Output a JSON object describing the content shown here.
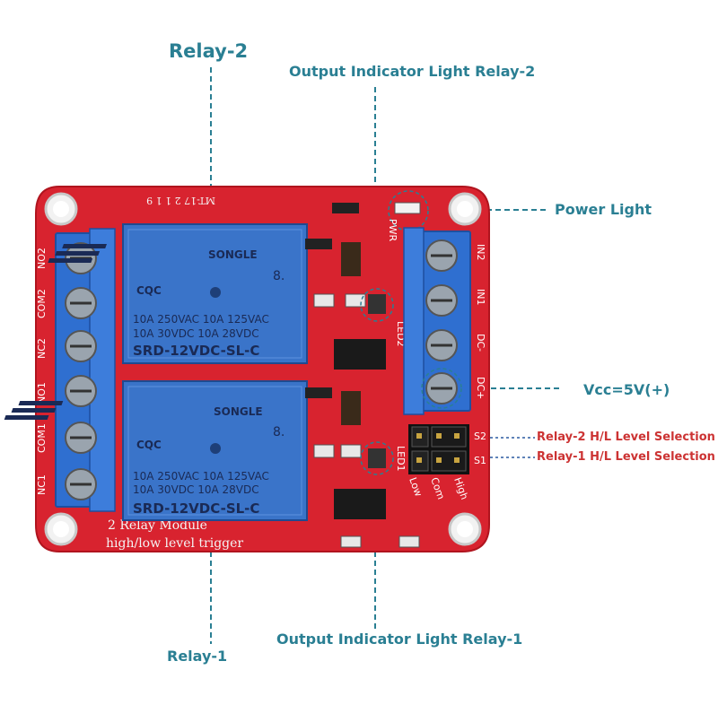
{
  "callouts": {
    "relay2": "Relay-2",
    "output_indicator_2": "Output Indicator Light Relay-2",
    "power_light": "Power Light",
    "vcc": "Vcc=5V(+)",
    "relay2_level": "Relay-2 H/L Level Selection",
    "relay1_level": "Relay-1 H/L Level Selection",
    "output_indicator_1": "Output Indicator Light Relay-1",
    "relay1": "Relay-1"
  },
  "board": {
    "left_pins": [
      "NO2",
      "COM2",
      "NC2",
      "NO1",
      "COM1",
      "NC1"
    ],
    "right_pins": [
      "IN2",
      "IN1",
      "DC-",
      "DC+"
    ],
    "jumper_labels": [
      "S2",
      "S1",
      "Low",
      "Com",
      "High"
    ],
    "led_labels": [
      "LED2",
      "LED1",
      "PWR"
    ],
    "silkscreen_top": "MT-17  2 1 1 9",
    "silkscreen_bottom_1": "2 Relay  Module",
    "silkscreen_bottom_2": "high/low level trigger",
    "colors": {
      "pcb": "#d8232f",
      "terminal": "#2f6fd0",
      "relay": "#3a74c9",
      "callout_teal": "#2a7f93",
      "callout_red": "#cc3333"
    }
  },
  "relays": [
    {
      "brand": "SONGLE",
      "rating_1": "10A 250VAC   10A 125VAC",
      "rating_2": "10A  30VDC   10A  28VDC",
      "model": "SRD-12VDC-SL-C",
      "cert": "CQC",
      "mark": "8."
    },
    {
      "brand": "SONGLE",
      "rating_1": "10A 250VAC   10A 125VAC",
      "rating_2": "10A  30VDC   10A  28VDC",
      "model": "SRD-12VDC-SL-C",
      "cert": "CQC",
      "mark": "8."
    }
  ]
}
